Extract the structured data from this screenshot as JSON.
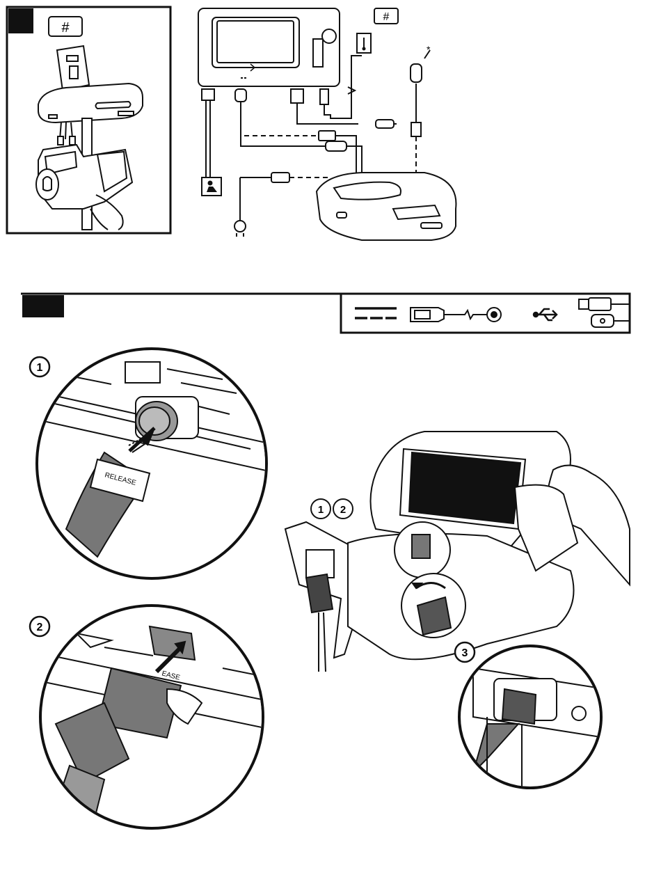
{
  "panel_a": {
    "badge_label": "#",
    "callout_label": "#",
    "asterisk": "*"
  },
  "panel_b": {
    "step1": "1",
    "step2": "2",
    "step3": "3",
    "step1_zoom": "1",
    "step2_zoom": "2",
    "release_text_1": "RELEASE",
    "release_text_2": "EASE"
  },
  "legend": {
    "items": [
      "dashed-line-icon",
      "power-cord-icon",
      "usb-icon",
      "usb-plug-icon",
      "connector-plug-icon"
    ]
  }
}
